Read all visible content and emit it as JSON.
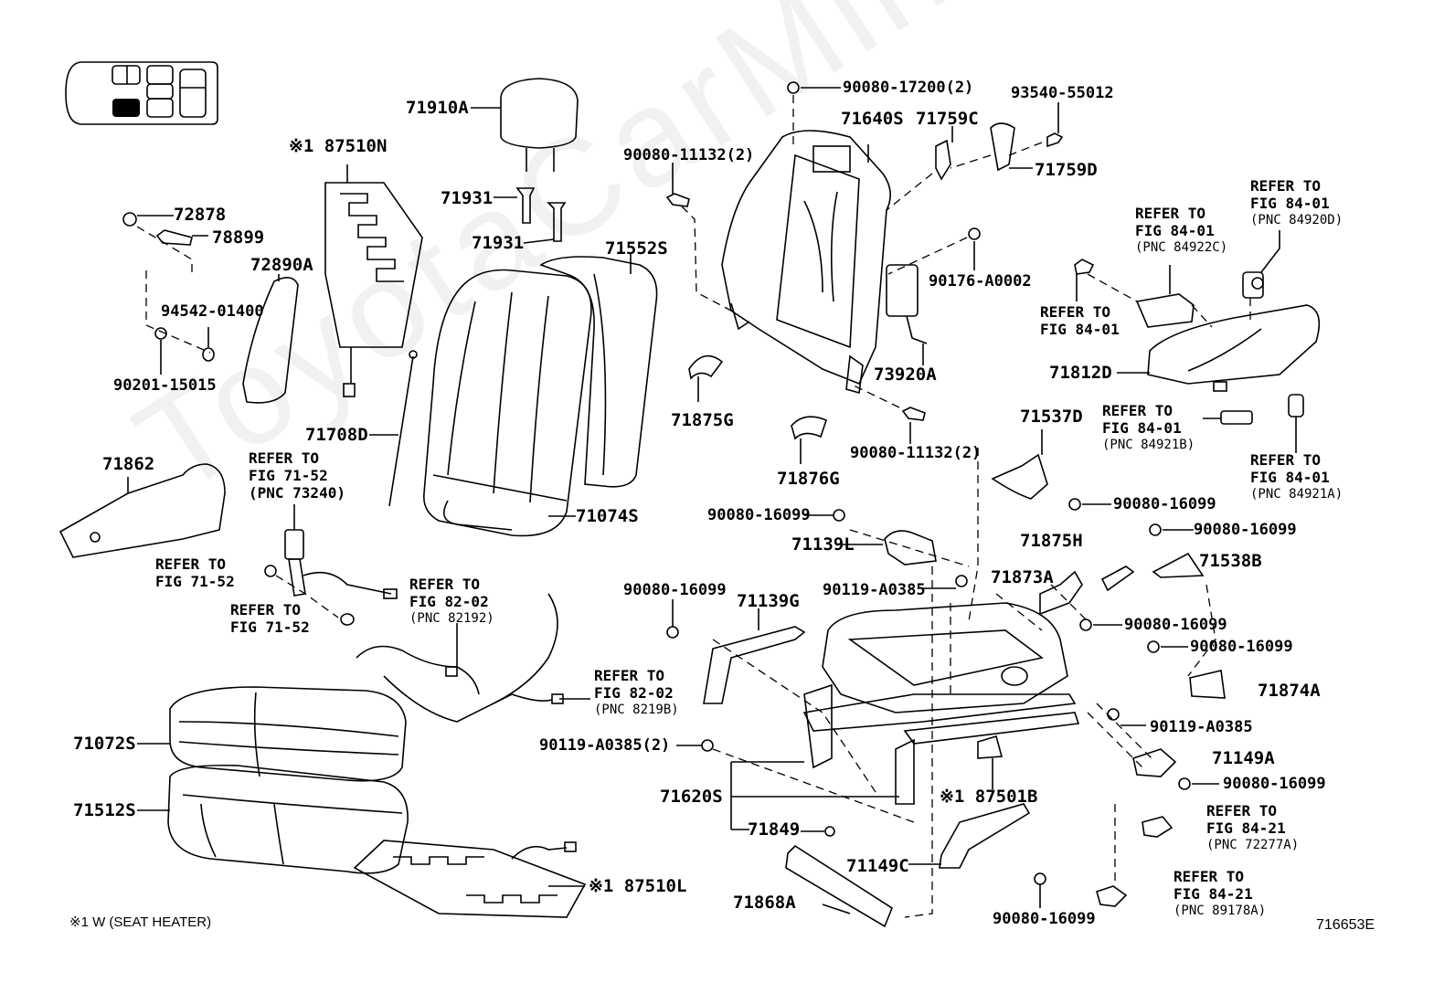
{
  "watermark": "ToyotaCarMine.ru",
  "diagram_code": "716653E",
  "footnote": "※1  W (SEAT HEATER)",
  "parts": {
    "p71910A": "71910A",
    "p87510N": "※1 87510N",
    "p72878": "72878",
    "p78899": "78899",
    "p72890A": "72890A",
    "p94542": "94542-01400",
    "p90201": "90201-15015",
    "p71931a": "71931",
    "p71931b": "71931",
    "p71552S": "71552S",
    "p71708D": "71708D",
    "p71074S": "71074S",
    "p71862": "71862",
    "p90080_17200": "90080-17200(2)",
    "p93540": "93540-55012",
    "p71640S": "71640S",
    "p71759C": "71759C",
    "p71759D": "71759D",
    "p90080_11132a": "90080-11132(2)",
    "p90176": "90176-A0002",
    "p73920A": "73920A",
    "p71875G": "71875G",
    "p71876G": "71876G",
    "p90080_11132b": "90080-11132(2)",
    "p71812D": "71812D",
    "p71537D": "71537D",
    "p90080_16099a": "90080-16099",
    "p90080_16099b": "90080-16099",
    "p71139L": "71139L",
    "p71875H": "71875H",
    "p90080_16099c": "90080-16099",
    "p71538B": "71538B",
    "p90119a": "90119-A0385",
    "p71873A": "71873A",
    "p90080_16099d": "90080-16099",
    "p90080_16099e": "90080-16099",
    "p71139G": "71139G",
    "p90080_16099f": "90080-16099",
    "p71874A": "71874A",
    "p90119b": "90119-A0385",
    "p90119c": "90119-A0385(2)",
    "p71149A": "71149A",
    "p90080_16099g": "90080-16099",
    "p71620S": "71620S",
    "p87501B": "※1 87501B",
    "p71849": "71849",
    "p71149C": "71149C",
    "p71868A": "71868A",
    "p90080_16099h": "90080-16099",
    "p71072S": "71072S",
    "p71512S": "71512S",
    "p87510L": "※1 87510L"
  },
  "refs": [
    {
      "line1": "REFER TO",
      "line2": "FIG 84-01",
      "pnc": "(PNC 84922C)"
    },
    {
      "line1": "REFER TO",
      "line2": "FIG 84-01",
      "pnc": "(PNC 84920D)"
    },
    {
      "line1": "REFER TO",
      "line2": "FIG 84-01",
      "pnc": ""
    },
    {
      "line1": "REFER TO",
      "line2": "FIG 84-01",
      "pnc": "(PNC 84921B)"
    },
    {
      "line1": "REFER TO",
      "line2": "FIG 84-01",
      "pnc": "(PNC 84921A)"
    },
    {
      "line1": "REFER TO",
      "line2": "FIG 71-52",
      "pnc": "(PNC 73240)"
    },
    {
      "line1": "REFER TO",
      "line2": "FIG 71-52",
      "pnc": ""
    },
    {
      "line1": "REFER TO",
      "line2": "FIG 71-52",
      "pnc": ""
    },
    {
      "line1": "REFER TO",
      "line2": "FIG 82-02",
      "pnc": "(PNC 82192)"
    },
    {
      "line1": "REFER TO",
      "line2": "FIG 82-02",
      "pnc": "(PNC 8219B)"
    },
    {
      "line1": "REFER TO",
      "line2": "FIG 84-21",
      "pnc": "(PNC 72277A)"
    },
    {
      "line1": "REFER TO",
      "line2": "FIG 84-21",
      "pnc": "(PNC 89178A)"
    }
  ]
}
